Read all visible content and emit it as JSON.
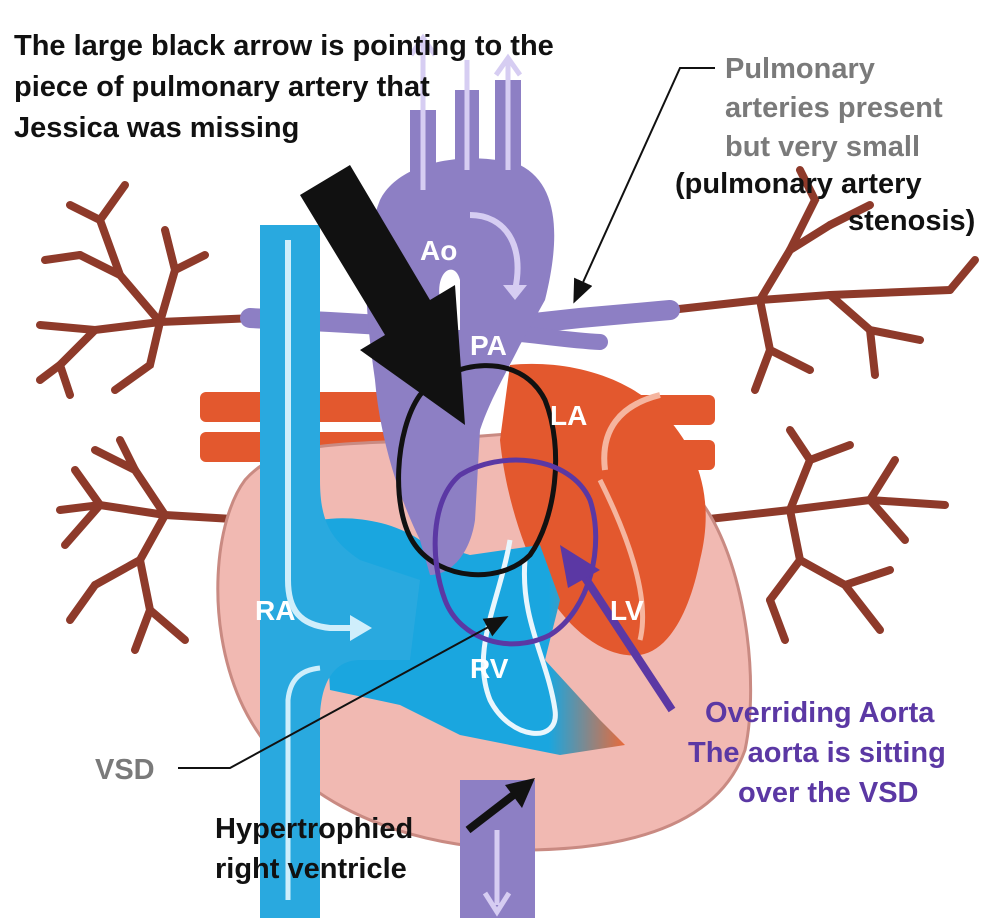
{
  "annotations": {
    "missing_piece_line1": "The large black arrow is pointing to the",
    "missing_piece_line2": "piece of pulmonary artery that",
    "missing_piece_line3": "Jessica was missing",
    "pulmonary_line1": "Pulmonary",
    "pulmonary_line2": "arteries present",
    "pulmonary_line3": "but very small",
    "stenosis_line1": "(pulmonary artery",
    "stenosis_line2": "stenosis)",
    "overriding_line1": "Overriding Aorta",
    "overriding_line2": "The aorta is sitting",
    "overriding_line3": "over the VSD",
    "vsd": "VSD",
    "hypertrophied_line1": "Hypertrophied",
    "hypertrophied_line2": "right ventricle"
  },
  "chambers": {
    "ao": "Ao",
    "pa": "PA",
    "la": "LA",
    "ra": "RA",
    "rv": "RV",
    "lv": "LV"
  },
  "colors": {
    "blue_blood": "#29a9df",
    "purple_vessel": "#8d7fc4",
    "red_blood": "#e3582e",
    "branch_brown": "#8e3a2a",
    "heart_muscle": "#f1b9b2",
    "annotation_purple": "#5b38a4",
    "label_gray": "#7a7a7a"
  }
}
